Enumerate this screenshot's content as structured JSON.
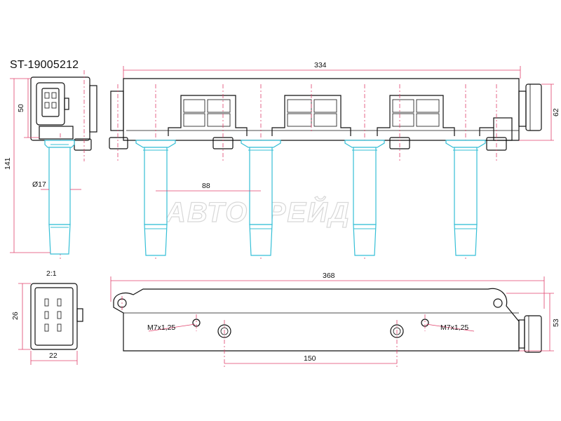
{
  "part_number": "ST-19005212",
  "watermark": "АВТОТРЕЙД",
  "scale_label": "2:1",
  "dimensions": {
    "top_length": "334",
    "height_total": "141",
    "top_height": "50",
    "right_height": "62",
    "boot_diameter": "Ø17",
    "boot_spacing": "88",
    "bottom_length": "368",
    "bottom_height": "53",
    "hole_spacing": "150",
    "thread_left": "M7x1,25",
    "thread_right": "M7x1,25",
    "connector_height": "26",
    "connector_width": "22"
  }
}
